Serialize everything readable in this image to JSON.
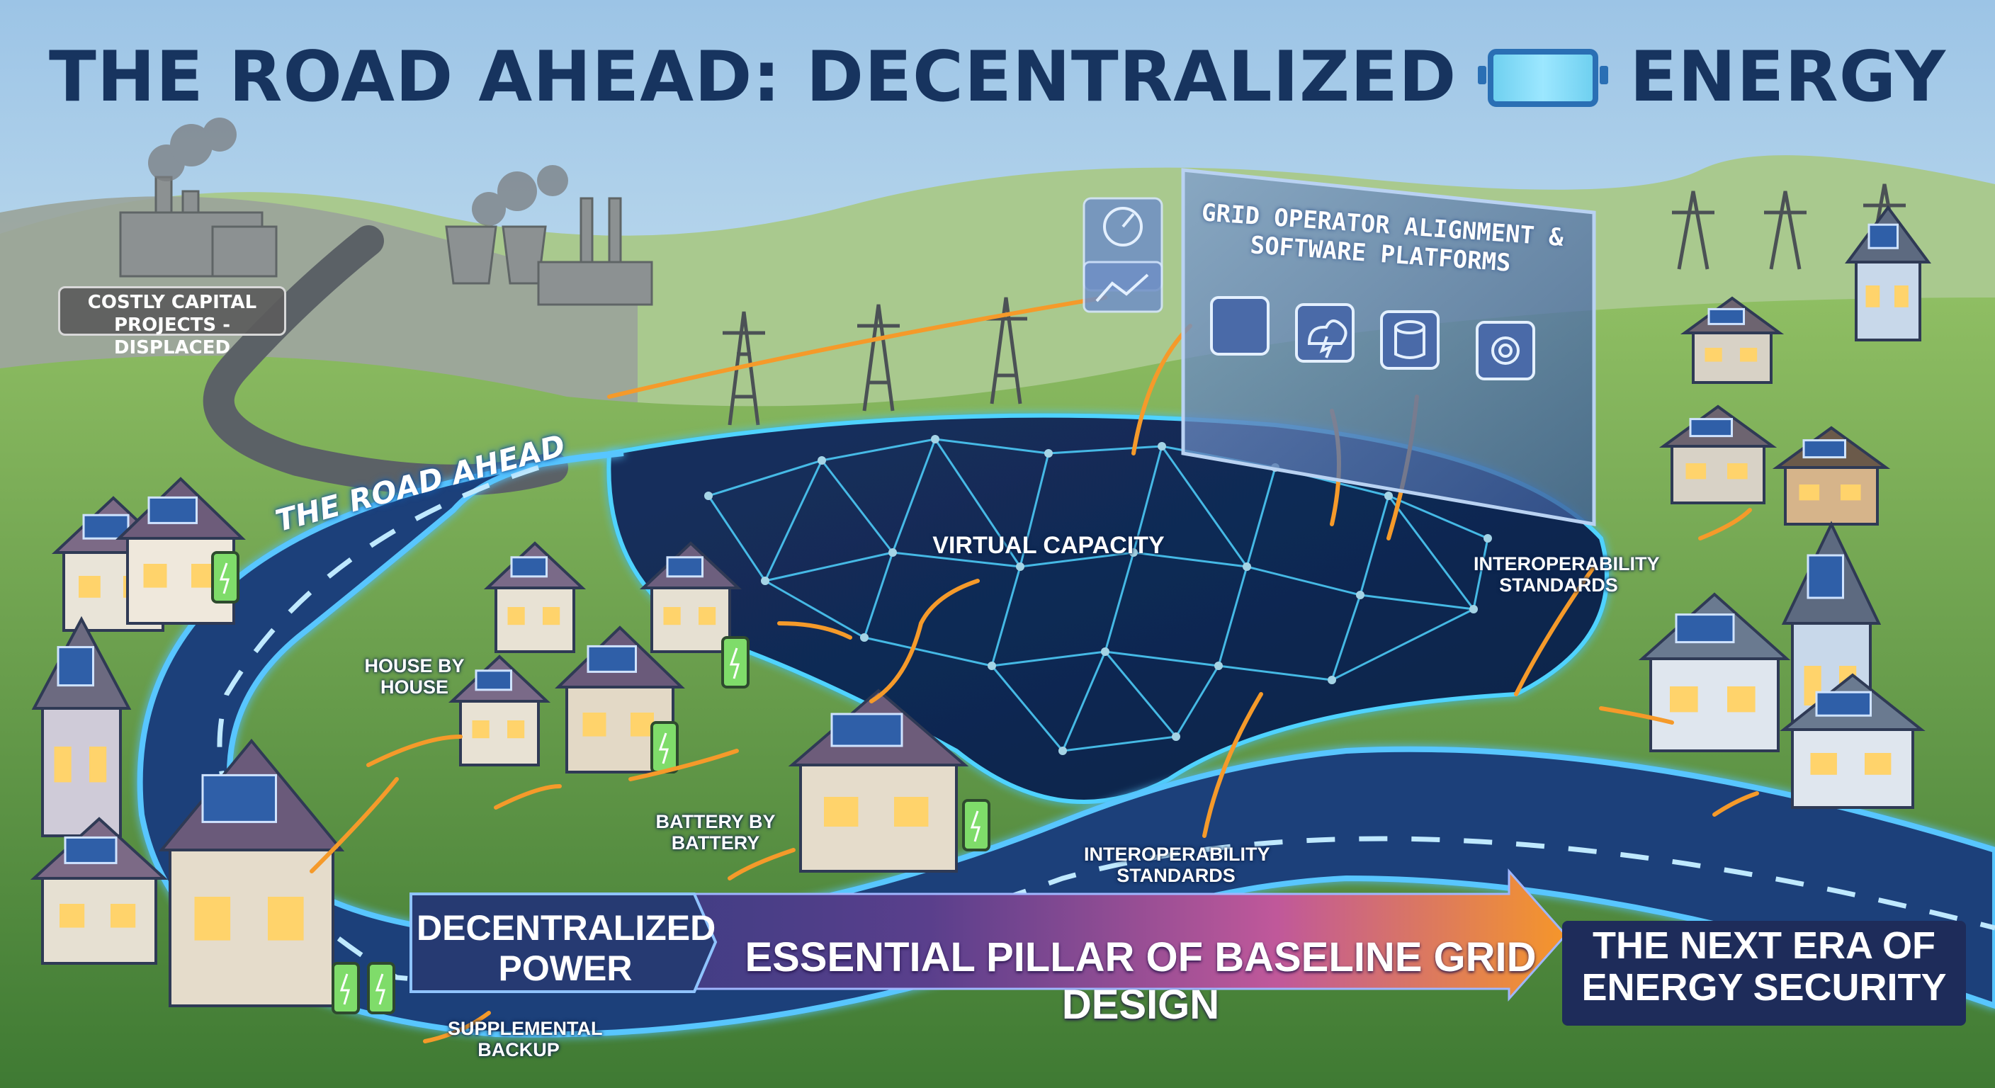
{
  "title": {
    "part1": "THE ROAD AHEAD: DECENTRALIZED",
    "part2": "ENERGY"
  },
  "labels": {
    "costly_capital": "COSTLY CAPITAL PROJECTS - DISPLACED",
    "road_ahead": "THE ROAD AHEAD",
    "grid_operator": "GRID OPERATOR ALIGNMENT & SOFTWARE PLATFORMS",
    "virtual_capacity": "VIRTUAL CAPACITY",
    "interop_right": "INTEROPERABILITY STANDARDS",
    "interop_bottom": "INTEROPERABILITY STANDARDS",
    "house_by_house": "HOUSE BY HOUSE",
    "battery_by_battery": "BATTERY BY BATTERY",
    "supplemental_backup": "SUPPLEMENTAL BACKUP"
  },
  "banner": {
    "left": "DECENTRALIZED POWER",
    "middle": "ESSENTIAL PILLAR OF BASELINE GRID DESIGN",
    "right": "THE NEXT ERA OF ENERGY SECURITY"
  },
  "icons": [
    "battery-icon",
    "gauge-icon",
    "line-chart-icon",
    "cloud-bolt-icon",
    "database-icon",
    "gear-icon",
    "solar-panel-icon",
    "transmission-tower-icon",
    "power-plant-icon"
  ],
  "colors": {
    "title": "#17345f",
    "network_line": "#4fd3ff",
    "flow_arrow": "#f59a2a",
    "banner_start": "#243a78",
    "banner_end": "#f5962a",
    "sky": "#bcd9ea",
    "grass": "#5e9a3c"
  }
}
